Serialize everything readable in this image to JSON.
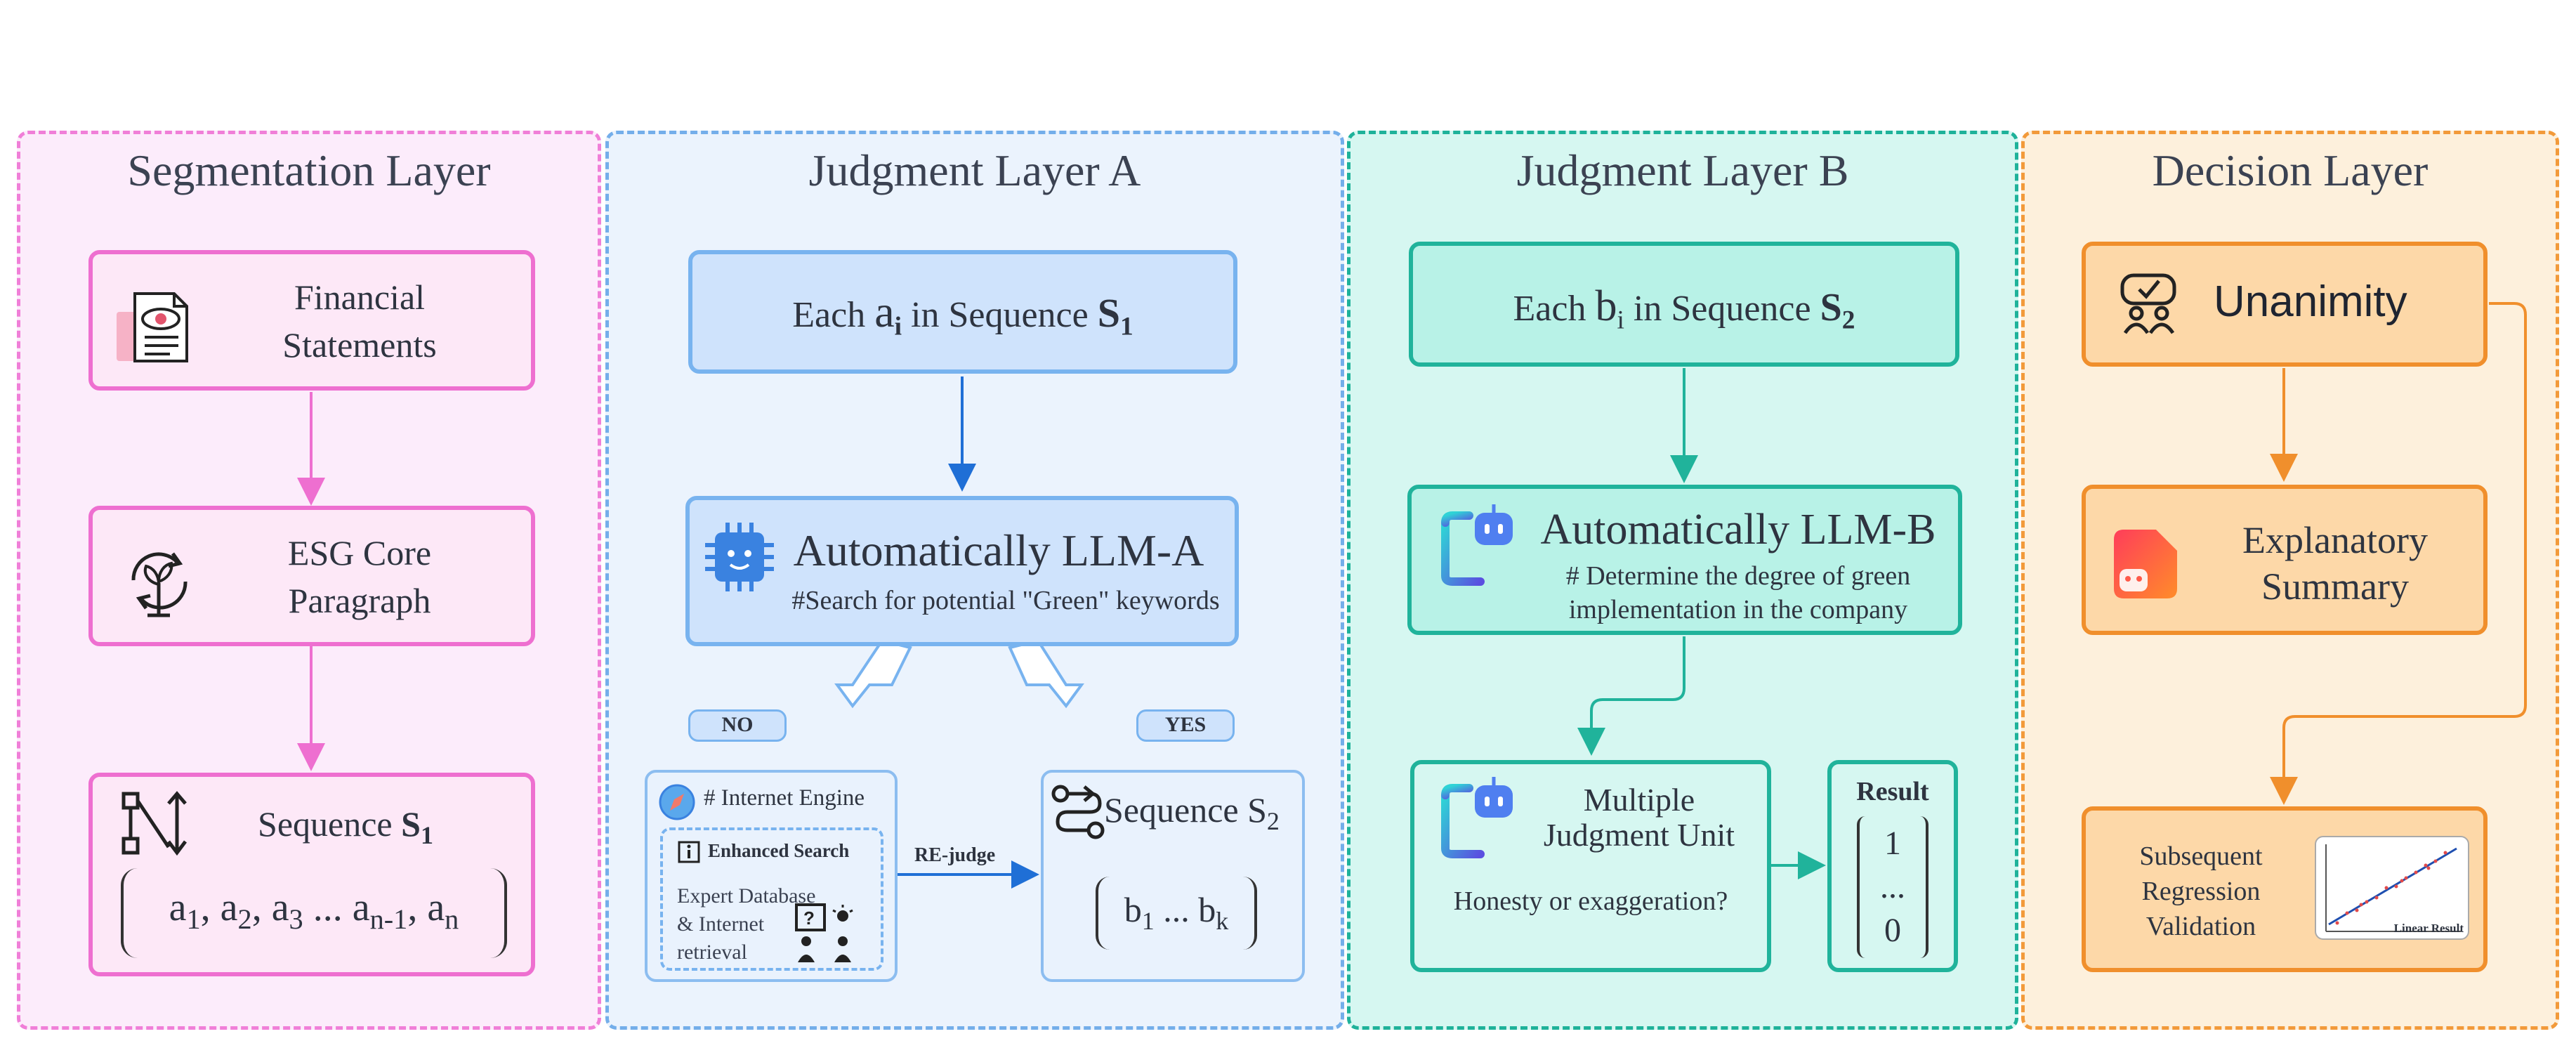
{
  "panels": {
    "segmentation": {
      "title": "Segmentation Layer",
      "box1_line1": "Financial",
      "box1_line2": "Statements",
      "box2_line1": "ESG Core",
      "box2_line2": "Paragraph",
      "seq_label": "Sequence ",
      "seq_sym": "S",
      "seq_sub": "1",
      "seq_items": [
        {
          "base": "a",
          "sub": "1",
          "sep": ", "
        },
        {
          "base": "a",
          "sub": "2",
          "sep": ", "
        },
        {
          "base": "a",
          "sub": "3",
          "sep": " ... "
        },
        {
          "base": "a",
          "sub": "n-1",
          "sep": ", "
        },
        {
          "base": "a",
          "sub": "n",
          "sep": ""
        }
      ]
    },
    "judgment_a": {
      "title": "Judgment Layer A",
      "each_prefix": "Each ",
      "each_var": "a",
      "each_var_sub": "i",
      "each_mid": " in Sequence ",
      "each_seq": "S",
      "each_seq_sub": "1",
      "llm_title": "Automatically LLM-A",
      "llm_note": "#Search for potential \"Green\" keywords",
      "no_label": "NO",
      "yes_label": "YES",
      "engine_label": "# Internet Engine",
      "enhanced_label": "Enhanced Search",
      "expert_line1": "Expert Database",
      "expert_line2": "& Internet",
      "expert_line3": "retrieval",
      "rejudge_label": "RE-judge",
      "seq2_label": "Sequence S",
      "seq2_sub": "2",
      "seq2_b1": "b",
      "seq2_b1_sub": "1",
      "seq2_mid": " ... ",
      "seq2_bk": "b",
      "seq2_bk_sub": "k"
    },
    "judgment_b": {
      "title": "Judgment Layer B",
      "each_prefix": "Each ",
      "each_var": "b",
      "each_var_sub": "i",
      "each_mid": " in Sequence ",
      "each_seq": "S",
      "each_seq_sub": "2",
      "llm_title": "Automatically LLM-B",
      "llm_note_line1": "# Determine the degree of green",
      "llm_note_line2": "implementation in the company",
      "unit_line1": "Multiple",
      "unit_line2": "Judgment Unit",
      "unit_question": "Honesty or exaggeration?",
      "result_title": "Result",
      "result_values": [
        "1",
        "...",
        "0"
      ]
    },
    "decision": {
      "title": "Decision Layer",
      "unanimity": "Unanimity",
      "summary_line1": "Explanatory",
      "summary_line2": "Summary",
      "regression_line1": "Subsequent",
      "regression_line2": "Regression",
      "regression_line3": "Validation",
      "thumb_label": "Linear Result"
    }
  },
  "colors": {
    "pink": "#ee6fd0",
    "blue_arrow": "#1f6fd6",
    "teal": "#20b39b",
    "orange": "#f08f2c"
  }
}
